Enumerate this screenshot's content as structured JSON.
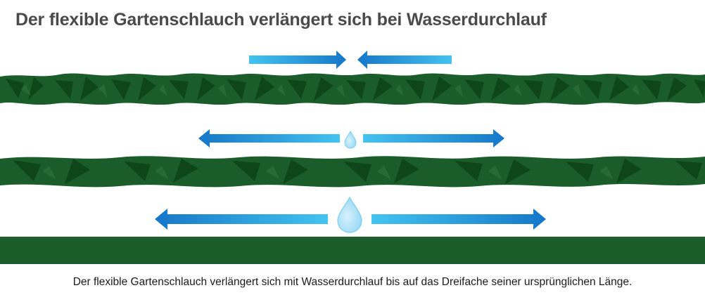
{
  "title": "Der flexible Gartenschlauch verlängert sich bei Wasserdurchlauf",
  "caption": "Der flexible Gartenschlauch verlängert sich mit Wasserdurchlauf bis auf das Dreifache seiner ursprünglichen Länge.",
  "colors": {
    "hose": "#1a5c2a",
    "hose_fold": "#0e4519",
    "hose_light": "#2a6e38",
    "arrow_dark": "#1577c9",
    "arrow_light": "#43c3ef",
    "drop": "#a9dff7",
    "drop_stroke": "#7ccdf0",
    "text_title": "#4a4a4a",
    "text_caption": "#1a1a1a"
  },
  "stages": [
    {
      "name": "compressed",
      "arrows": "inward",
      "water_drop": "none"
    },
    {
      "name": "partially-extended",
      "arrows": "outward",
      "water_drop": "small"
    },
    {
      "name": "fully-extended",
      "arrows": "outward",
      "water_drop": "large"
    }
  ]
}
